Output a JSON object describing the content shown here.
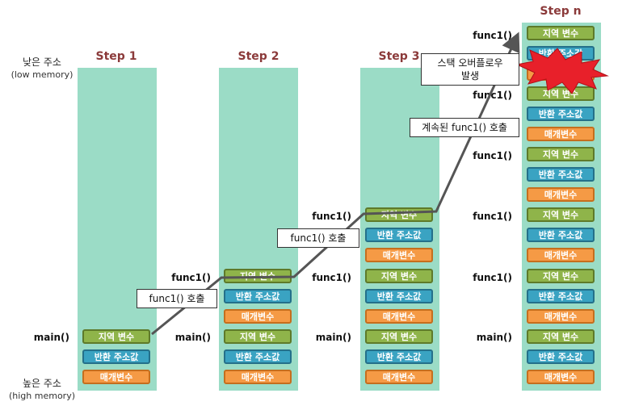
{
  "labels": {
    "low_addr": "낮은 주소",
    "low_addr_sub": "(low memory)",
    "high_addr": "높은 주소",
    "high_addr_sub": "(high memory)"
  },
  "steps": [
    {
      "title": "Step 1"
    },
    {
      "title": "Step 2"
    },
    {
      "title": "Step 3"
    },
    {
      "title": "Step n"
    }
  ],
  "frame_blocks": {
    "local": "지역 변수",
    "ret": "반환 주소값",
    "param": "매개변수"
  },
  "func_names": {
    "main": "main()",
    "func1": "func1()"
  },
  "callouts": {
    "call1": "func1() 호출",
    "call2": "func1() 호출",
    "continued": "계속된 func1() 호출",
    "overflow_line1": "스택 오버플로우",
    "overflow_line2": "발생"
  },
  "colors": {
    "column_bg": "#9bdcc6",
    "step_title": "#8b3a3a",
    "local_var": "#8fb44a",
    "return_addr": "#3aa3c2",
    "param": "#f59a45",
    "overflow_burst": "#e8202a"
  }
}
